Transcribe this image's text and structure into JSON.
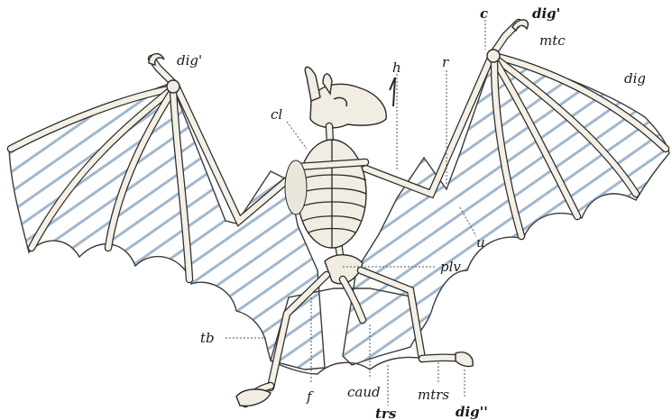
{
  "figure": {
    "colors": {
      "membrane_blue": "#4d86b8",
      "membrane_orange": "#c98a3e",
      "bone": "#f1ede2",
      "ink": "#1a1a1a"
    },
    "labels": {
      "c": "c",
      "dig_prime_right": "dig'",
      "mtc": "mtc",
      "dig": "dig",
      "dig_prime_left": "dig'",
      "h": "h",
      "r": "r",
      "cl": "cl",
      "u": "u",
      "plv": "plv",
      "tb": "tb",
      "f": "f",
      "caud": "caud",
      "mtrs": "mtrs",
      "trs": "trs",
      "dig_double_prime": "dig''"
    }
  }
}
